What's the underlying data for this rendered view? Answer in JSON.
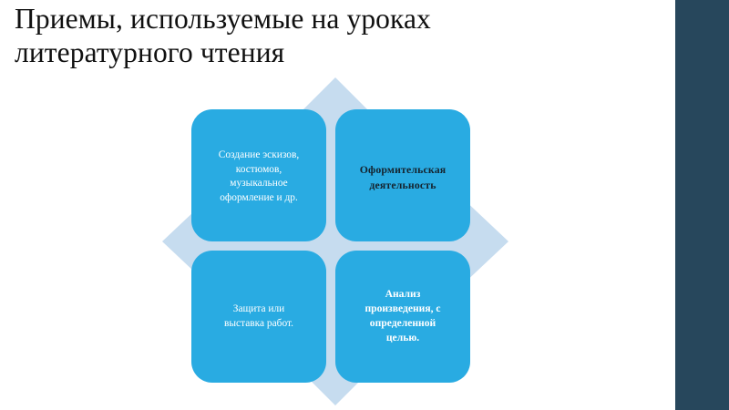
{
  "slide": {
    "title": "Приемы, используемые на уроках\nлитературного чтения",
    "background_color": "#ffffff",
    "side_band_color": "#27475c",
    "box_color": "#29abe2",
    "arrow_color": "#c6dcef"
  },
  "diagram": {
    "type": "four-quadrant-arrow-cycle",
    "boxes": [
      {
        "position": "top-left",
        "text": "Создание эскизов,\nкостюмов,\nмузыкальное\nоформление и др.",
        "text_color": "#ffffff",
        "bold": false
      },
      {
        "position": "top-right",
        "text": "Оформительская\nдеятельность",
        "text_color": "#15232e",
        "bold": true
      },
      {
        "position": "bottom-left",
        "text": "Защита или\nвыставка работ.",
        "text_color": "#ffffff",
        "bold": false
      },
      {
        "position": "bottom-right",
        "text": "Анализ\nпроизведения, с\nопределенной\nцелью.",
        "text_color": "#ffffff",
        "bold": false
      }
    ],
    "arrows": [
      "up",
      "right",
      "down",
      "left"
    ]
  }
}
